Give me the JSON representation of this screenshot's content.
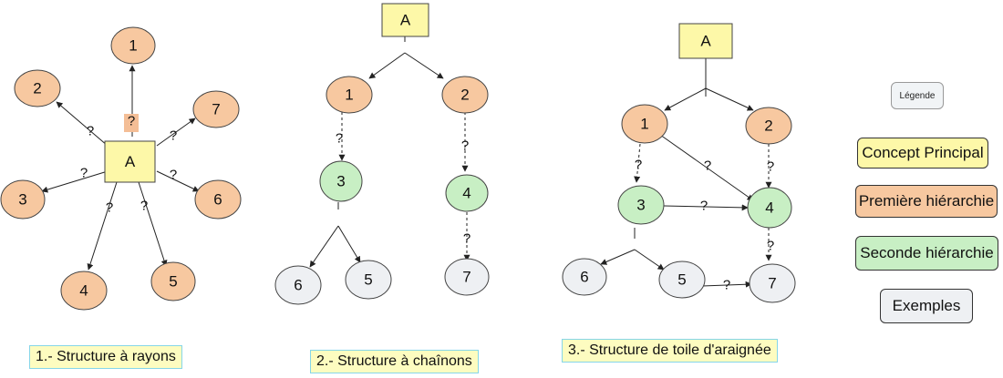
{
  "colors": {
    "concept": "#fdf8a8",
    "first": "#f7c8a0",
    "second": "#c8efc4",
    "example": "#eef0f3",
    "caption_bg": "#fdfcc0",
    "caption_border": "#86d6e8"
  },
  "legend": {
    "title": "Légende",
    "concept": "Concept Principal",
    "first": "Première hiérarchie",
    "second": "Seconde hiérarchie",
    "examples": "Exemples"
  },
  "question_mark": "?",
  "diagrams": [
    {
      "caption": "1.- Structure à rayons",
      "center": "A",
      "nodes": [
        "1",
        "2",
        "3",
        "4",
        "5",
        "6",
        "7"
      ]
    },
    {
      "caption": "2.- Structure à chaînons",
      "root": "A",
      "nodes": [
        "1",
        "2",
        "3",
        "4",
        "5",
        "6",
        "7"
      ]
    },
    {
      "caption": "3.- Structure de toile d'araignée",
      "root": "A",
      "nodes": [
        "1",
        "2",
        "3",
        "4",
        "5",
        "6",
        "7"
      ]
    }
  ]
}
